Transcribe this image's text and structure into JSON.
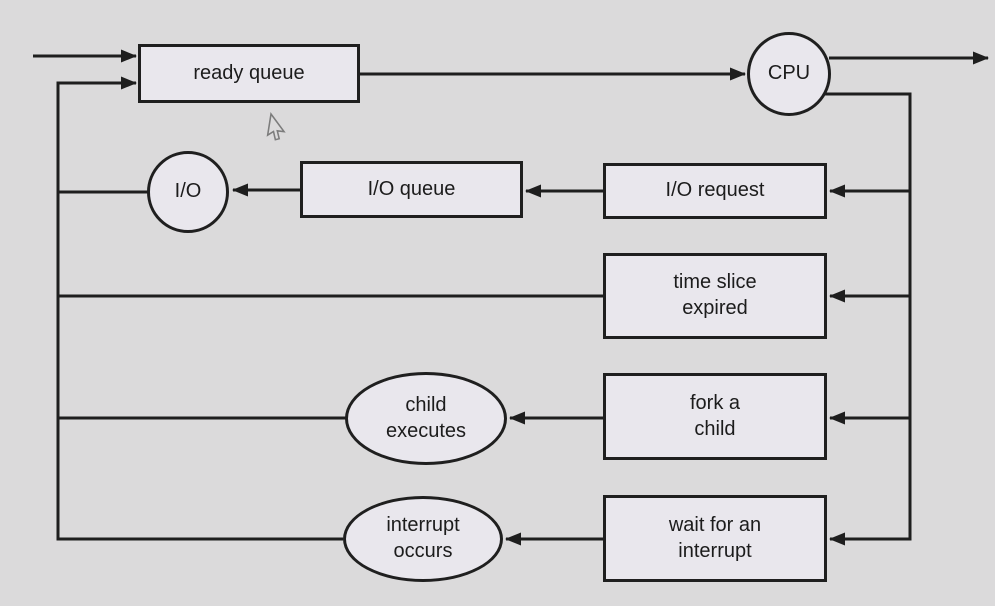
{
  "diagram": {
    "type": "process-scheduling-queueing-diagram",
    "nodes": {
      "ready_queue": {
        "label": "ready queue",
        "shape": "queue-box"
      },
      "cpu": {
        "label": "CPU",
        "shape": "circle"
      },
      "io": {
        "label": "I/O",
        "shape": "circle"
      },
      "io_queue": {
        "label": "I/O queue",
        "shape": "queue-box"
      },
      "io_request": {
        "label": "I/O request",
        "shape": "queue-box"
      },
      "time_slice": {
        "label": "time slice\nexpired",
        "shape": "queue-box"
      },
      "fork_child": {
        "label": "fork a\nchild",
        "shape": "queue-box"
      },
      "child_executes": {
        "label": "child\nexecutes",
        "shape": "ellipse"
      },
      "wait_interrupt": {
        "label": "wait for an\ninterrupt",
        "shape": "queue-box"
      },
      "interrupt_occurs": {
        "label": "interrupt\noccurs",
        "shape": "ellipse"
      }
    },
    "edges": [
      {
        "from": "start",
        "to": "ready_queue"
      },
      {
        "from": "ready_queue",
        "to": "cpu"
      },
      {
        "from": "cpu",
        "to": "exit"
      },
      {
        "from": "cpu",
        "to": "io_request"
      },
      {
        "from": "cpu",
        "to": "time_slice"
      },
      {
        "from": "cpu",
        "to": "fork_child"
      },
      {
        "from": "cpu",
        "to": "wait_interrupt"
      },
      {
        "from": "io_request",
        "to": "io_queue"
      },
      {
        "from": "io_queue",
        "to": "io"
      },
      {
        "from": "io",
        "to": "ready_queue"
      },
      {
        "from": "time_slice",
        "to": "ready_queue"
      },
      {
        "from": "fork_child",
        "to": "child_executes"
      },
      {
        "from": "child_executes",
        "to": "ready_queue"
      },
      {
        "from": "wait_interrupt",
        "to": "interrupt_occurs"
      },
      {
        "from": "interrupt_occurs",
        "to": "ready_queue"
      }
    ],
    "colors": {
      "background": "#dbdadb",
      "node_fill": "#e9e7ed",
      "line": "#1e1e1e",
      "shadow_dark": "#646464",
      "shadow_light": "#b8b6b9"
    }
  }
}
